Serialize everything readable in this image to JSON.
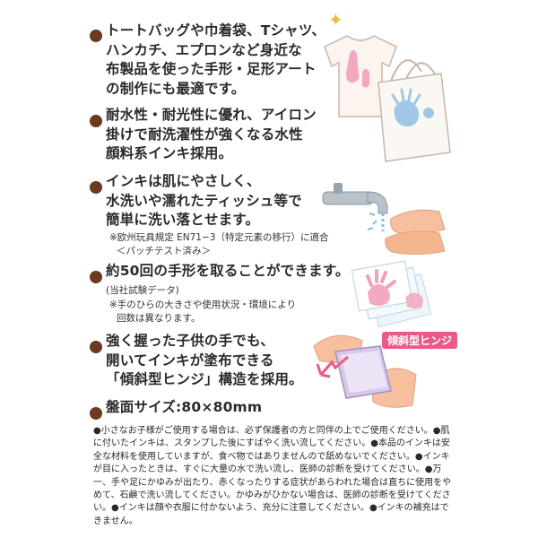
{
  "features": [
    {
      "lines": [
        "トートバッグや巾着袋、Tシャツ、",
        "ハンカチ、エプロンなど身近な",
        "布製品を使った手形・足形アート",
        "の制作にも最適です。"
      ]
    },
    {
      "lines": [
        "耐水性・耐光性に優れ、アイロン",
        "掛けで耐洗濯性が強くなる水性",
        "顔料系インキ採用。"
      ]
    },
    {
      "lines": [
        "インキは肌にやさしく、",
        "水洗いや濡れたティッシュ等で",
        "簡単に洗い落とせます。"
      ],
      "notes": [
        "※欧州玩具規定 EN71−3（特定元素の移行）に適合",
        "＜パッチテスト済み＞"
      ]
    },
    {
      "lines": [
        "約50回の手形を取ることができます。"
      ],
      "notes": [
        "(当社試験データ)",
        "※手のひらの大きさや使用状況・環境により",
        "回数は異なります。"
      ]
    },
    {
      "lines": [
        "強く握った子供の手でも、",
        "開いてインキが塗布できる",
        "「傾斜型ヒンジ」構造を採用。"
      ]
    },
    {
      "lines": [
        "盤面サイズ:80×80mm"
      ]
    }
  ],
  "hinge_label": "傾斜型ヒンジ",
  "fine_print": [
    "●小さなお子様がご使用する場合は、必ず保護者の方と同伴の上でご使用ください。",
    "●肌に付いたインキは、スタンプした後にすばやく洗い流してください。",
    "●本品のインキは安全な材料を使用していますが、食べ物ではありませんので舐めないでください。",
    "●インキが目に入ったときは、すぐに大量の水で洗い流し、医師の診断を受けてください。",
    "●万一、手や足にかゆみが出たり、赤くなったりする症状があらわれた場合は直ちに使用をやめて、石鹸で洗い流してください。かゆみがひかない場合は、医師の診断を受けてください。",
    "●インキは顔や衣服に付かないよう、充分に注意してください。",
    "●インキの補充はできません。"
  ],
  "colors": {
    "bullet": "#6b3a1f",
    "hinge_tag": "#e85a8a",
    "sparkle": "#e8b93a"
  }
}
